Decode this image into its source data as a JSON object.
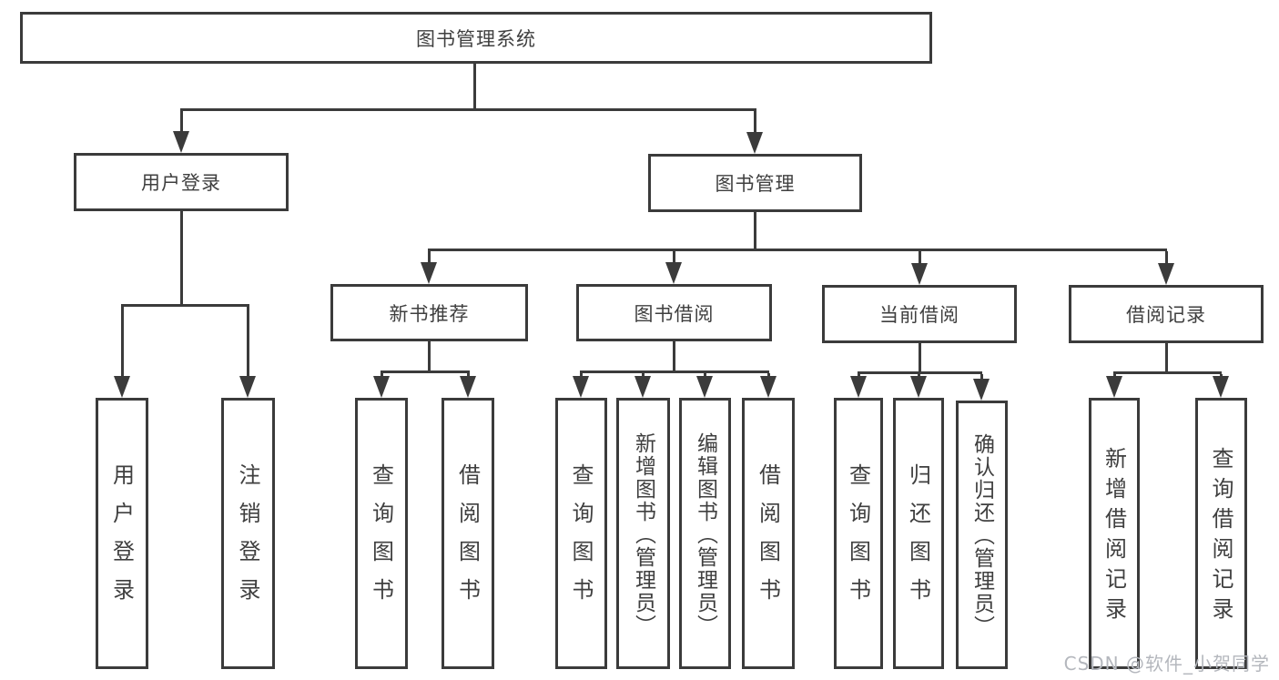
{
  "tree": {
    "label": "图书管理系统",
    "children": [
      {
        "label": "用户登录",
        "children": [
          {
            "label": "用户登录"
          },
          {
            "label": "注销登录"
          }
        ]
      },
      {
        "label": "图书管理",
        "children": [
          {
            "label": "新书推荐",
            "children": [
              {
                "label": "查询图书"
              },
              {
                "label": "借阅图书"
              }
            ]
          },
          {
            "label": "图书借阅",
            "children": [
              {
                "label": "查询图书"
              },
              {
                "label": "新增图书（管理员）"
              },
              {
                "label": "编辑图书（管理员）"
              },
              {
                "label": "借阅图书"
              }
            ]
          },
          {
            "label": "当前借阅",
            "children": [
              {
                "label": "查询图书"
              },
              {
                "label": "归还图书"
              },
              {
                "label": "确认归还（管理员）"
              }
            ]
          },
          {
            "label": "借阅记录",
            "children": [
              {
                "label": "新增借阅记录"
              },
              {
                "label": "查询借阅记录"
              }
            ]
          }
        ]
      }
    ]
  },
  "watermark": "CSDN @软件_小贺同学",
  "colors": {
    "line": "#3b3b3b",
    "text": "#3f3f3f",
    "background": "#ffffff",
    "watermark": "#b4b7bd"
  }
}
